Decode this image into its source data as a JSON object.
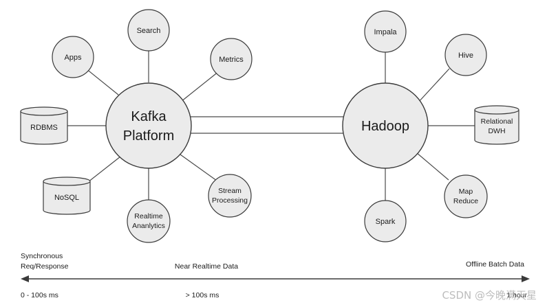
{
  "hubs": {
    "kafka": [
      "Kafka",
      "Platform"
    ],
    "hadoop": "Hadoop"
  },
  "kafka_nodes": {
    "search": "Search",
    "apps": "Apps",
    "metrics": "Metrics",
    "rdbms": "RDBMS",
    "nosql": "NoSQL",
    "realtime_analytics": [
      "Realtime",
      "Ananlytics"
    ],
    "stream_processing": [
      "Stream",
      "Processing"
    ]
  },
  "hadoop_nodes": {
    "impala": "Impala",
    "hive": "Hive",
    "relational_dwh": [
      "Relational",
      "DWH"
    ],
    "map_reduce": [
      "Map",
      "Reduce"
    ],
    "spark": "Spark"
  },
  "timeline": {
    "left_label": [
      "Synchronous",
      "Req/Response"
    ],
    "middle_label": "Near Realtime Data",
    "right_label": "Offline Batch Data",
    "left_value": "0 - 100s ms",
    "middle_value": "> 100s ms",
    "right_value": "1 hour"
  },
  "watermark": "CSDN @今晚满天星",
  "colors": {
    "node_fill": "#ebebeb",
    "stroke": "#3a3a3a"
  }
}
